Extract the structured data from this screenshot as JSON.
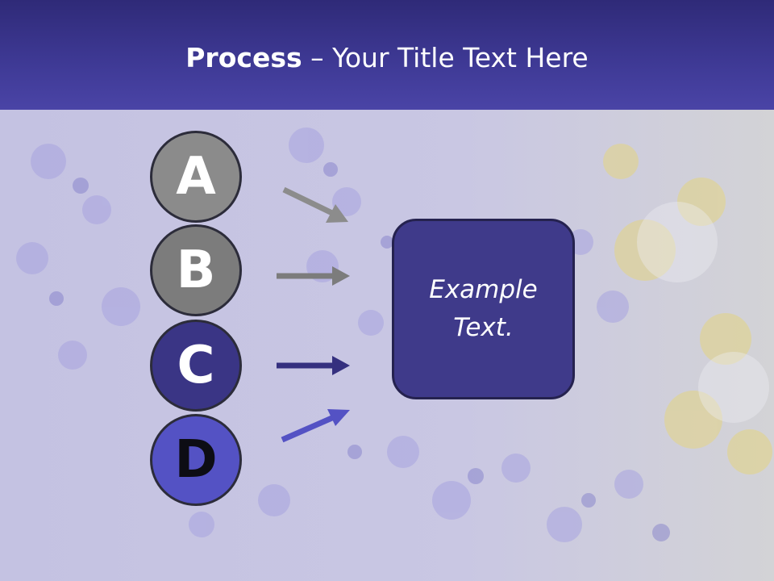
{
  "title": {
    "bold": "Process",
    "rest": " – Your Title Text Here"
  },
  "steps": [
    "A",
    "B",
    "C",
    "D"
  ],
  "result": {
    "text": "Example Text."
  },
  "colors": {
    "title_bar": "#3f3a96",
    "step_a": "#8b8b8b",
    "step_b": "#7c7c7c",
    "step_c": "#3a3585",
    "step_d": "#5452c4",
    "result_box": "#3f3a8a"
  }
}
